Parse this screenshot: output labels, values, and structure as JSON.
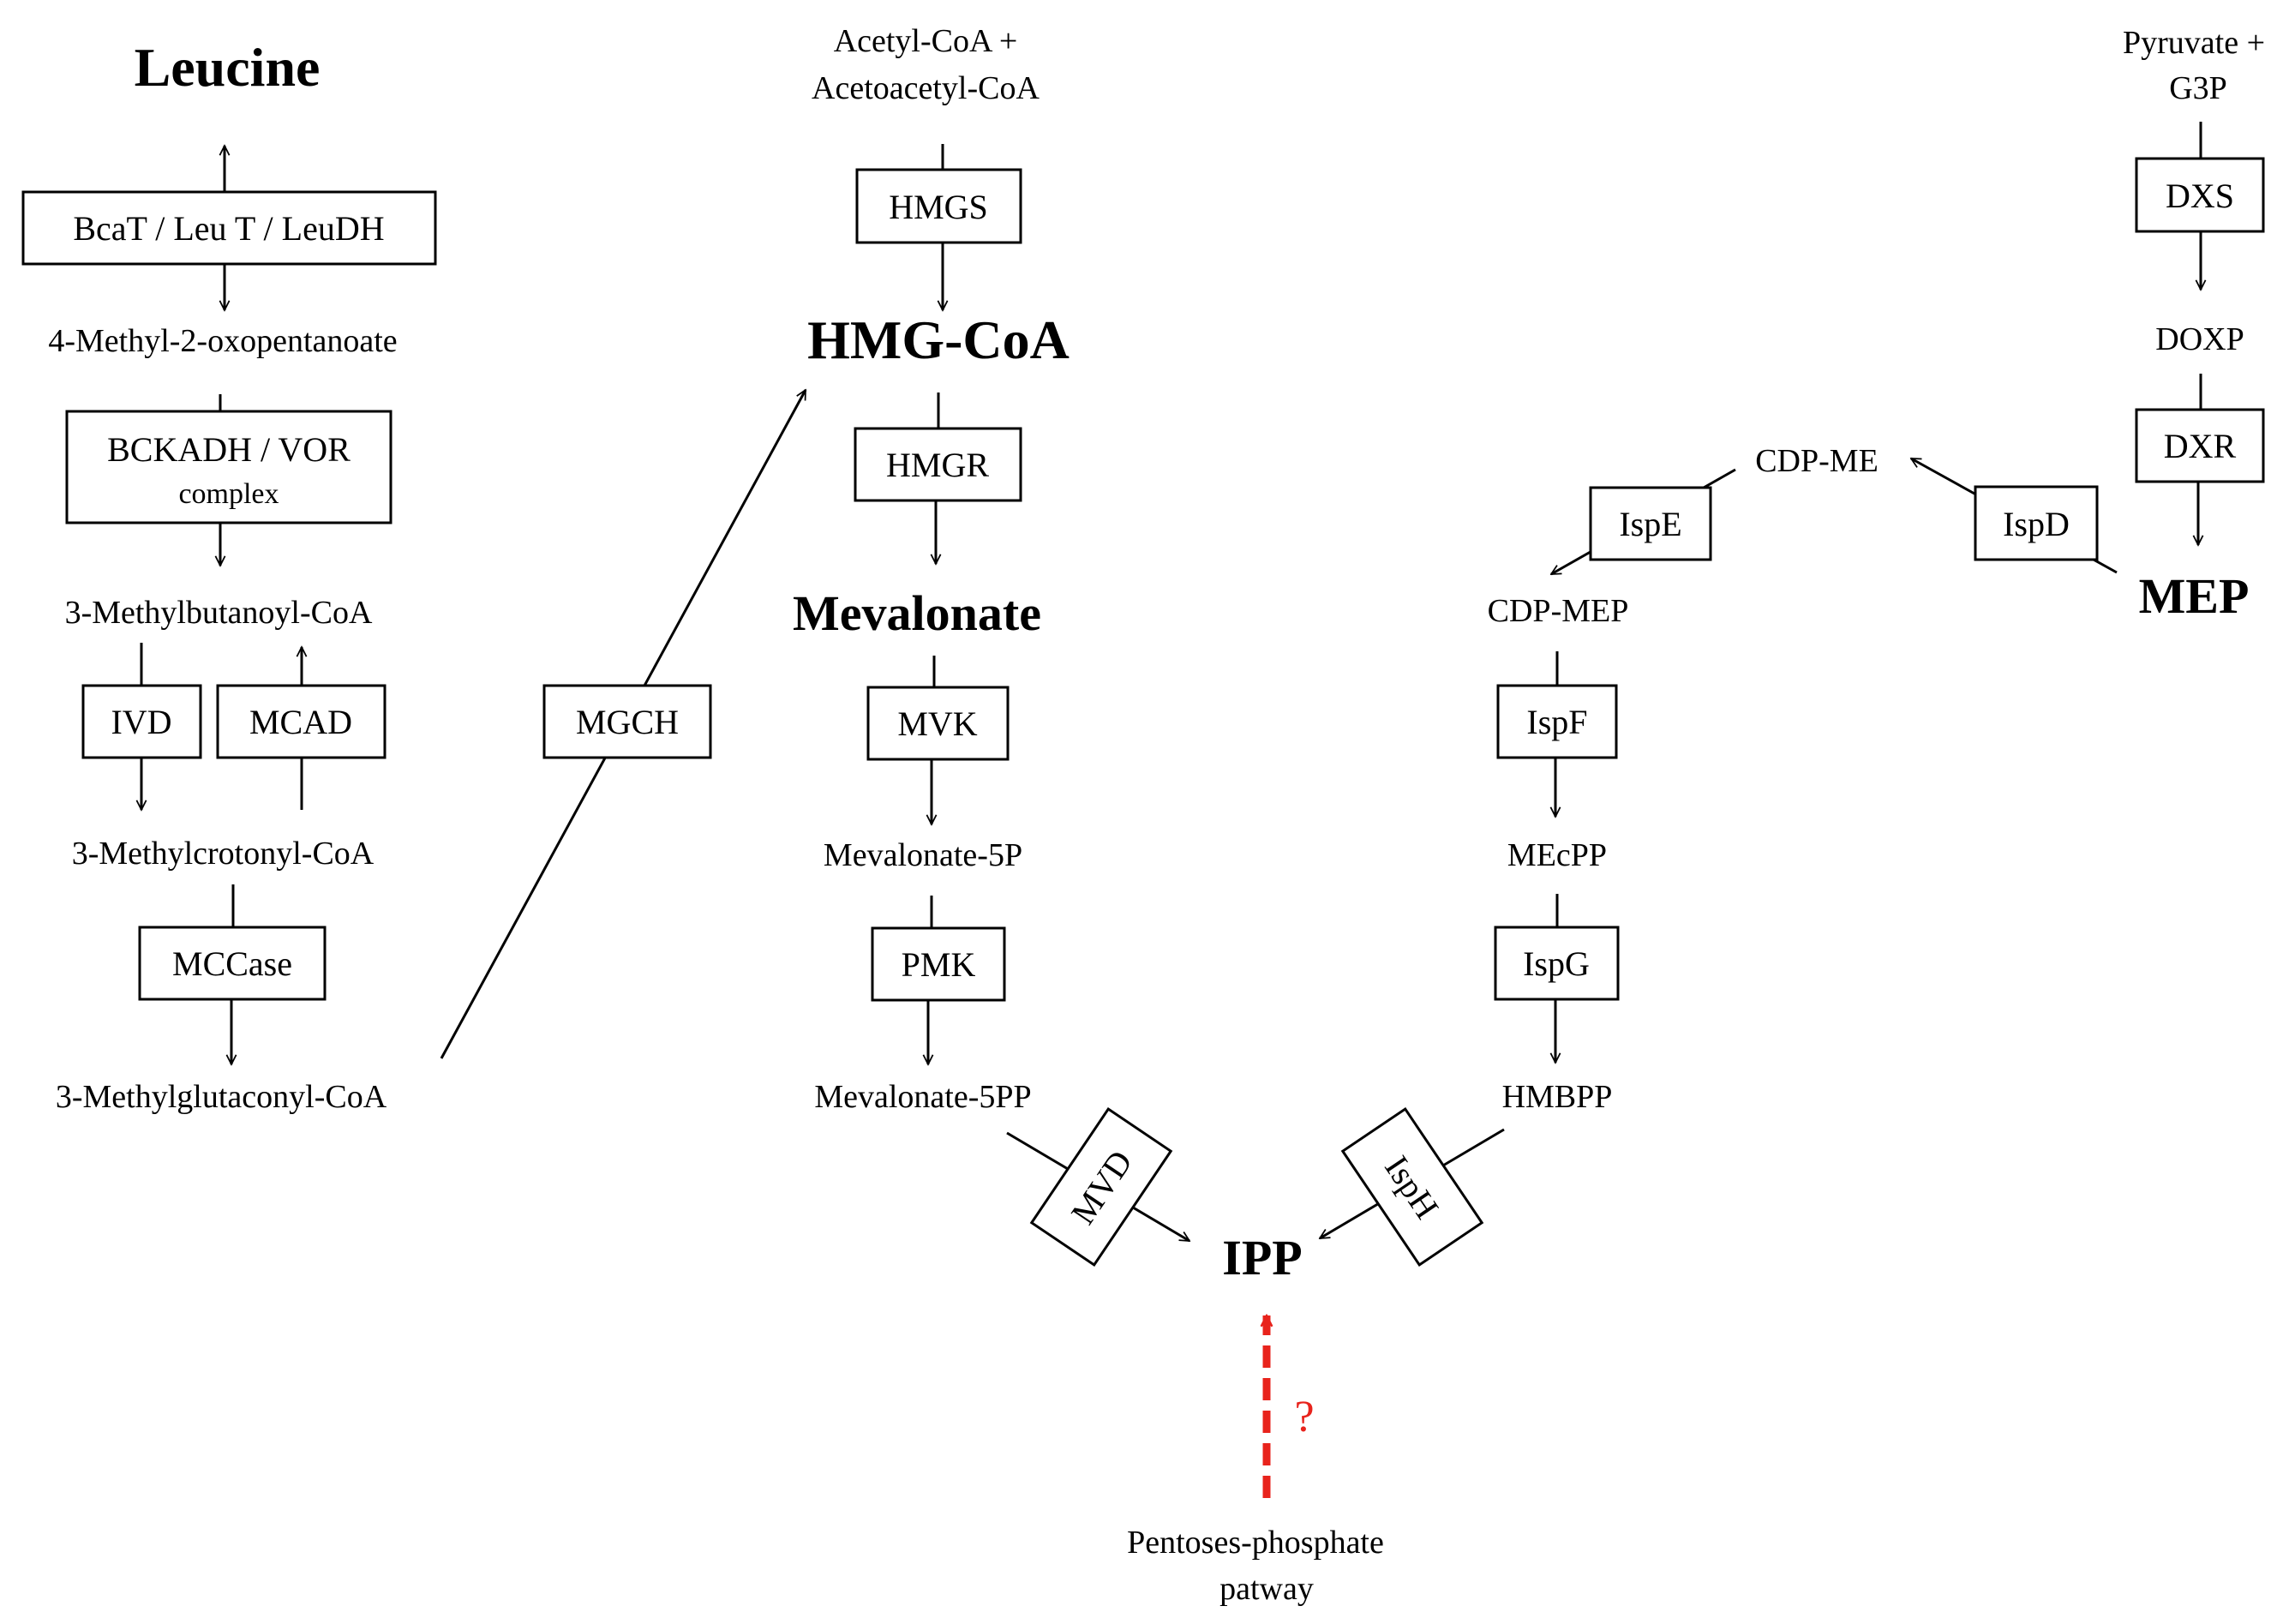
{
  "metabolites": {
    "leucine": "Leucine",
    "oxopentanoate": "4-Methyl-2-oxopentanoate",
    "methylbutanoyl": "3-Methylbutanoyl-CoA",
    "methylcrotonyl": "3-Methylcrotonyl-CoA",
    "methylglutaconyl": "3-Methylglutaconyl-CoA",
    "acetyl_line1": "Acetyl-CoA +",
    "acetyl_line2": "Acetoacetyl-CoA",
    "hmgcoa": "HMG-CoA",
    "mevalonate": "Mevalonate",
    "mev5p": "Mevalonate-5P",
    "mev5pp": "Mevalonate-5PP",
    "ipp": "IPP",
    "pyruvate_line1": "Pyruvate +",
    "pyruvate_line2": "G3P",
    "doxp": "DOXP",
    "mep": "MEP",
    "cdpme": "CDP-ME",
    "cdpmep": "CDP-MEP",
    "mecpp": "MEcPP",
    "hmbpp": "HMBPP",
    "ppp_line1": "Pentoses-phosphate",
    "ppp_line2": "patway"
  },
  "enzymes": {
    "bcat": "BcaT / Leu T / LeuDH",
    "bckadh_line1": "BCKADH / VOR",
    "bckadh_line2": "complex",
    "ivd": "IVD",
    "mcad": "MCAD",
    "mccase": "MCCase",
    "mgch": "MGCH",
    "hmgs": "HMGS",
    "hmgr": "HMGR",
    "mvk": "MVK",
    "pmk": "PMK",
    "mvd": "MVD",
    "dxs": "DXS",
    "dxr": "DXR",
    "ispd": "IspD",
    "ispe": "IspE",
    "ispf": "IspF",
    "ispg": "IspG",
    "isph": "IspH"
  },
  "unknown_mark": "?",
  "colors": {
    "line": "#000000",
    "unknown": "#e8231c"
  }
}
